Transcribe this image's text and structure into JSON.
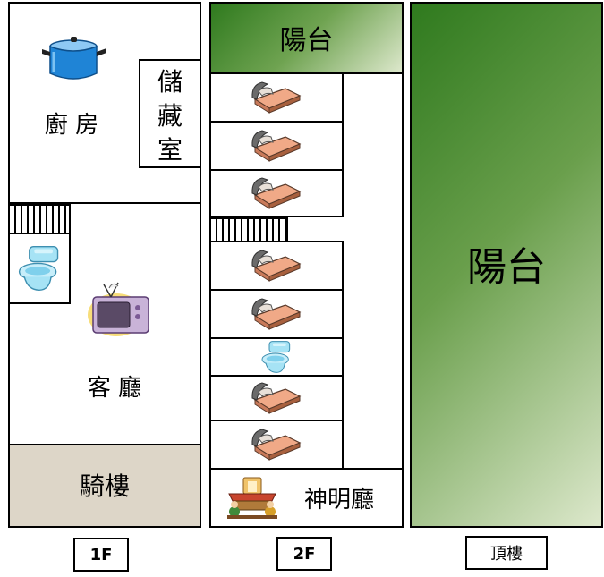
{
  "floors": {
    "first": {
      "caption": "1F",
      "kitchen": "廚 房",
      "storage": [
        "儲",
        "藏",
        "室"
      ],
      "living": "客 廳",
      "arcade": "騎樓"
    },
    "second": {
      "caption": "2F",
      "balcony": "陽台",
      "shrine": "神明廳"
    },
    "roof": {
      "caption": "頂樓",
      "balcony": "陽台"
    }
  },
  "icons": {
    "kitchen": "cooking-pot-icon",
    "bedroom": "bed-icon",
    "toilet": "toilet-icon",
    "tv": "television-icon",
    "shrine": "altar-icon"
  },
  "colors": {
    "balcony_dark": "#2f7a1e",
    "balcony_light": "#dde8cc",
    "arcade": "#ddd6c8",
    "pot_blue": "#1f84d6"
  }
}
